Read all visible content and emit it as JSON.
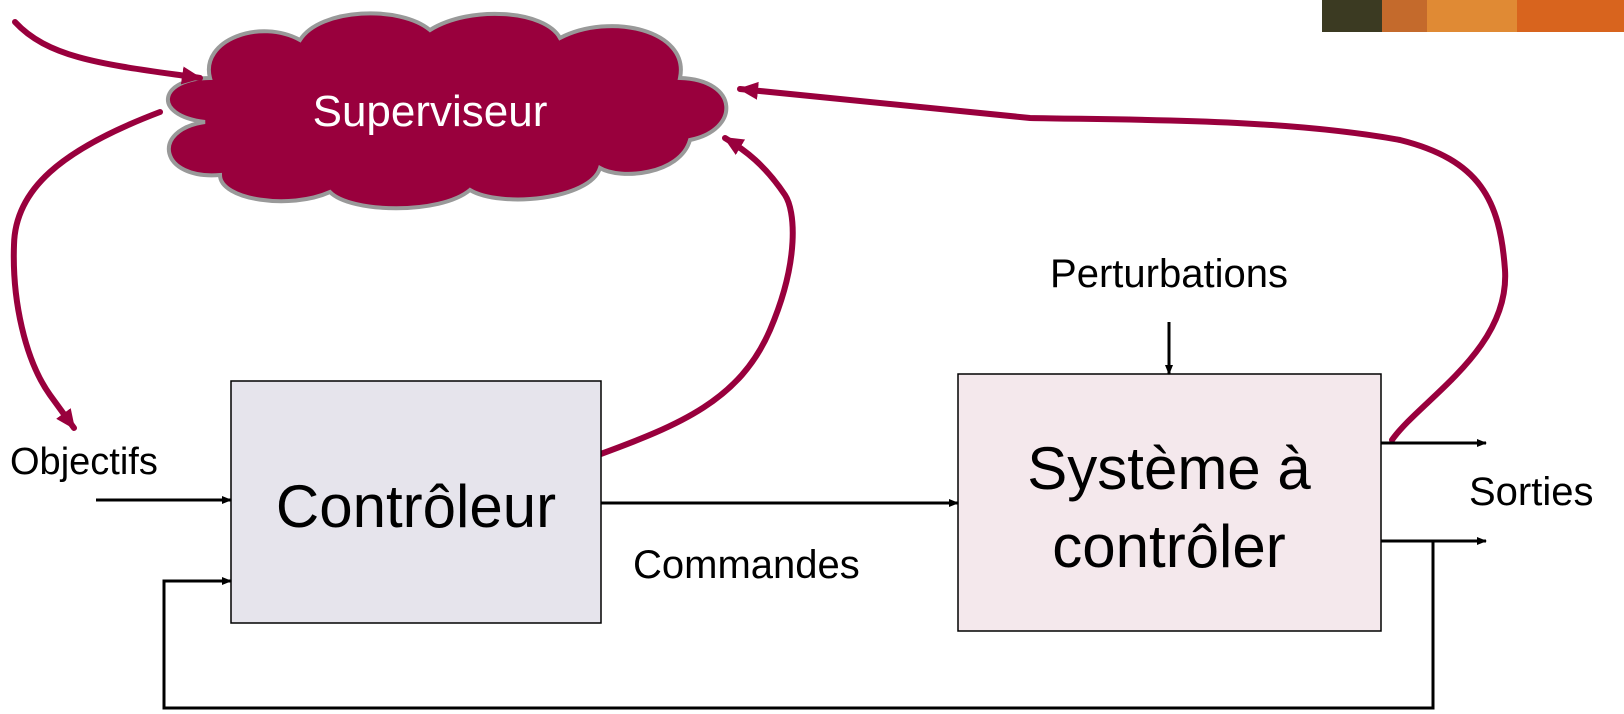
{
  "supervisor": {
    "label": "Superviseur"
  },
  "controller": {
    "label": "Contrôleur"
  },
  "system": {
    "label_line1": "Système à",
    "label_line2": "contrôler"
  },
  "labels": {
    "objectives": "Objectifs",
    "commands": "Commandes",
    "disturbances": "Perturbations",
    "outputs": "Sorties"
  },
  "colors": {
    "supervisor_fill": "#99003d",
    "supervisor_stroke": "#999999",
    "supervisor_link": "#99003d",
    "controller_fill": "#e6e4ec",
    "system_fill": "#f4e8ec",
    "signal": "#000000"
  }
}
